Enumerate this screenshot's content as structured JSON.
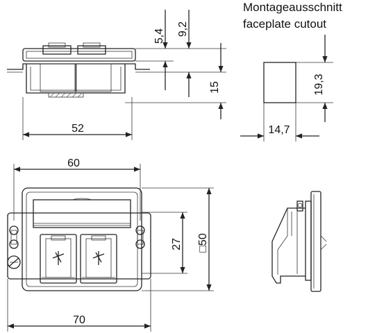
{
  "caption": {
    "de": "Montageausschnitt",
    "en": "faceplate cutout"
  },
  "dimensions": {
    "side_depth_top": "5,4",
    "side_depth_mid": "9,2",
    "side_height": "15",
    "side_width": "52",
    "cutout_height": "19,3",
    "cutout_width": "14,7",
    "front_width_inner": "60",
    "front_module_height": "27",
    "front_square": "□50",
    "front_width_outer": "70"
  },
  "colors": {
    "line": "#222222",
    "background": "#ffffff"
  }
}
